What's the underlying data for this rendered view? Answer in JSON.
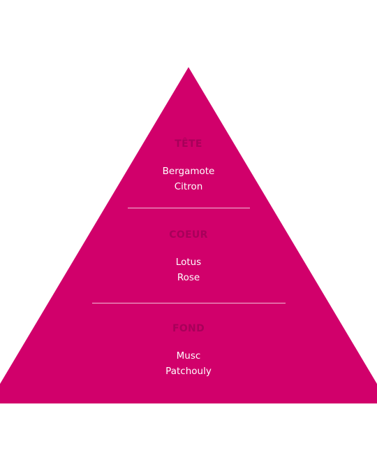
{
  "colors": {
    "pyramid_fill": "#d1006b",
    "title_text": "#a8005a",
    "note_text": "#ffffff",
    "divider": "#f2bfd8"
  },
  "tiers": [
    {
      "title": "TÊTE",
      "notes": [
        "Bergamote",
        "Citron"
      ]
    },
    {
      "title": "COEUR",
      "notes": [
        "Lotus",
        "Rose"
      ]
    },
    {
      "title": "FOND",
      "notes": [
        "Musc",
        "Patchouly"
      ]
    }
  ]
}
